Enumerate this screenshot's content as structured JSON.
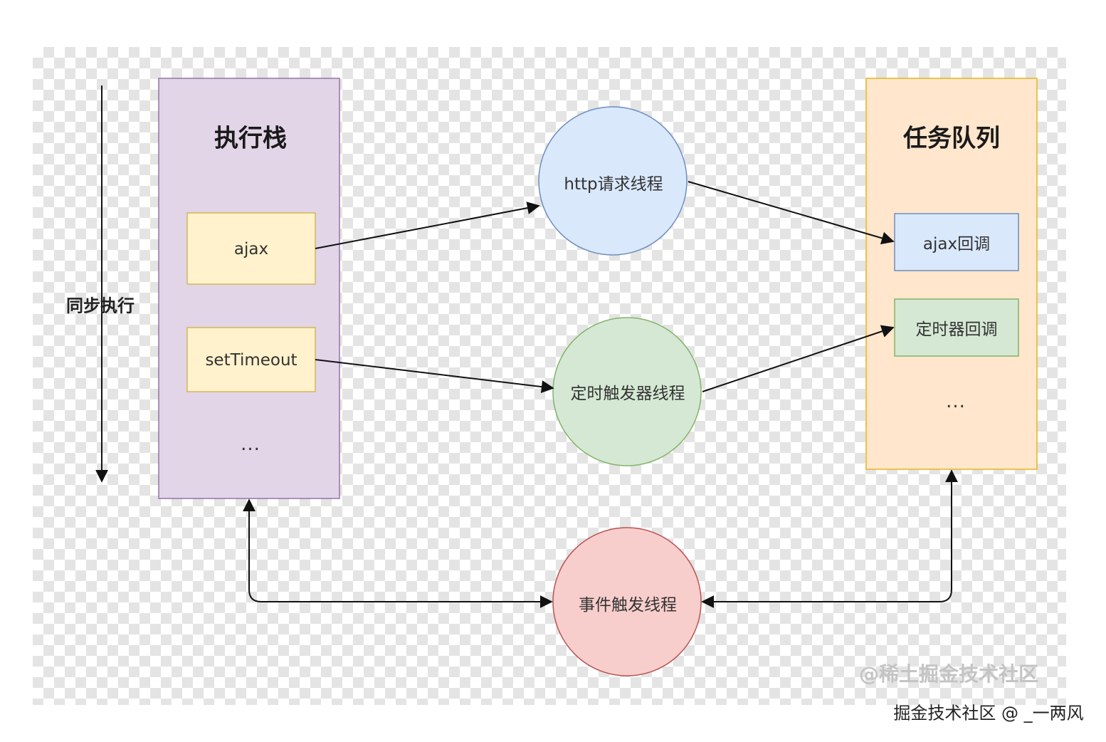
{
  "side_label": "同步执行",
  "exec_stack": {
    "title": "执行栈",
    "items": [
      "ajax",
      "setTimeout"
    ],
    "ellipsis": "..."
  },
  "task_queue": {
    "title": "任务队列",
    "items": [
      "ajax回调",
      "定时器回调"
    ],
    "ellipsis": "..."
  },
  "threads": {
    "http": "http请求线程",
    "timer": "定时触发器线程",
    "event": "事件触发线程"
  },
  "colors": {
    "exec_stack_fill": "#e1d5e7",
    "exec_stack_stroke": "#9673a6",
    "item_fill": "#fff2cc",
    "item_stroke": "#d6b656",
    "queue_fill": "#ffe6cc",
    "queue_stroke": "#e6b520",
    "http_fill": "#dae8fc",
    "http_stroke": "#6c8ebf",
    "timer_fill": "#d5e8d4",
    "timer_stroke": "#82b366",
    "event_fill": "#f8cecc",
    "event_stroke": "#b85450"
  },
  "watermark": "@稀土掘金技术社区",
  "credit": "掘金技术社区 @ _一两风"
}
